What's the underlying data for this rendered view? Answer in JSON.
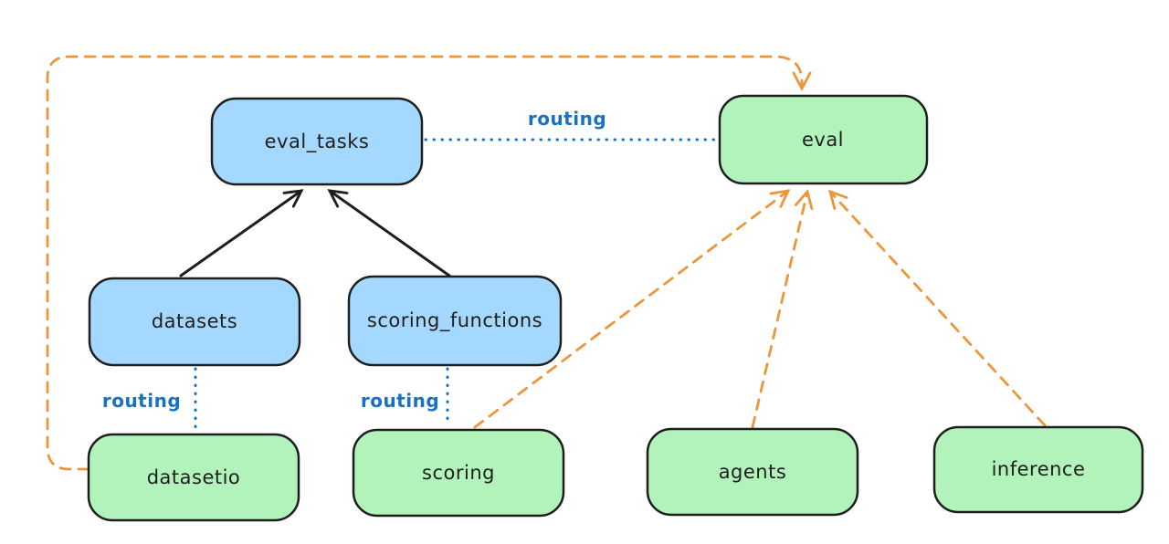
{
  "diagram": {
    "type": "flow-diagram",
    "background": "#ffffff",
    "colors": {
      "node_blue_fill": "#a5d8ff",
      "node_green_fill": "#b2f2bb",
      "node_stroke": "#1e1e1e",
      "solid_arrow": "#1e1e1e",
      "routing_blue": "#1971c2",
      "orange_dashed": "#ec963c",
      "node_text": "#1e1e1e"
    },
    "nodes": [
      {
        "id": "eval_tasks",
        "label": "eval_tasks",
        "color_group": "blue"
      },
      {
        "id": "eval",
        "label": "eval",
        "color_group": "green"
      },
      {
        "id": "datasets",
        "label": "datasets",
        "color_group": "blue"
      },
      {
        "id": "scoring_functions",
        "label": "scoring_functions",
        "color_group": "blue"
      },
      {
        "id": "datasetio",
        "label": "datasetio",
        "color_group": "green"
      },
      {
        "id": "scoring",
        "label": "scoring",
        "color_group": "green"
      },
      {
        "id": "agents",
        "label": "agents",
        "color_group": "green"
      },
      {
        "id": "inference",
        "label": "inference",
        "color_group": "green"
      }
    ],
    "edges": [
      {
        "from": "datasets",
        "to": "eval_tasks",
        "style": "solid",
        "color": "black",
        "arrowhead": true
      },
      {
        "from": "scoring_functions",
        "to": "eval_tasks",
        "style": "solid",
        "color": "black",
        "arrowhead": true
      },
      {
        "from": "eval_tasks",
        "to": "eval",
        "style": "dotted",
        "color": "blue",
        "label": "routing"
      },
      {
        "from": "datasets",
        "to": "datasetio",
        "style": "dotted",
        "color": "blue",
        "label": "routing"
      },
      {
        "from": "scoring_functions",
        "to": "scoring",
        "style": "dotted",
        "color": "blue",
        "label": "routing"
      },
      {
        "from": "datasetio",
        "to": "eval",
        "style": "dashed",
        "color": "orange",
        "arrowhead": true,
        "route": "left-side-over-top"
      },
      {
        "from": "scoring",
        "to": "eval",
        "style": "dashed",
        "color": "orange",
        "arrowhead": true
      },
      {
        "from": "agents",
        "to": "eval",
        "style": "dashed",
        "color": "orange",
        "arrowhead": true
      },
      {
        "from": "inference",
        "to": "eval",
        "style": "dashed",
        "color": "orange",
        "arrowhead": true
      }
    ]
  }
}
